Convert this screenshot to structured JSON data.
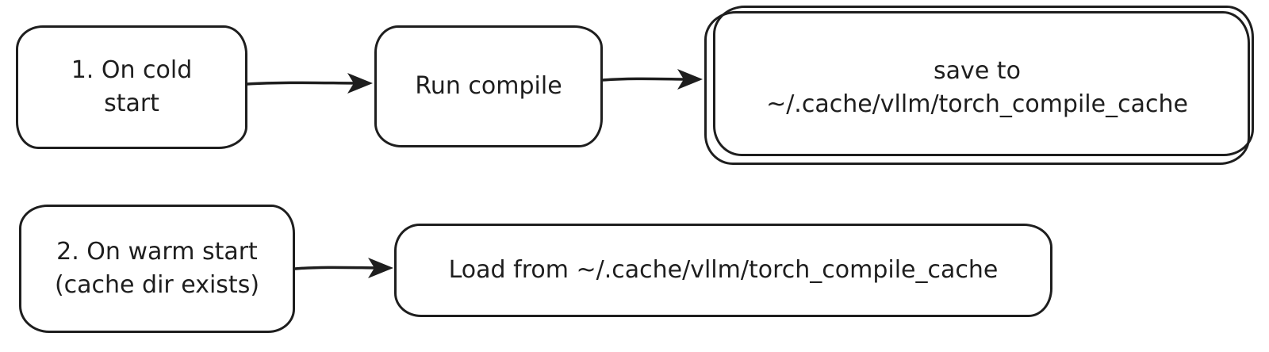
{
  "diagram": {
    "background_color": "#ffffff",
    "stroke_color": "#1e1e1e",
    "nodes": [
      {
        "id": "cold-start",
        "label": "1. On cold\nstart"
      },
      {
        "id": "run-compile",
        "label": "Run compile"
      },
      {
        "id": "save-cache",
        "label": "save to\n~/.cache/vllm/torch_compile_cache"
      },
      {
        "id": "warm-start",
        "label": "2. On warm start\n(cache dir exists)"
      },
      {
        "id": "load-cache",
        "label": "Load from ~/.cache/vllm/torch_compile_cache"
      }
    ],
    "edges": [
      {
        "from": "cold-start",
        "to": "run-compile"
      },
      {
        "from": "run-compile",
        "to": "save-cache"
      },
      {
        "from": "warm-start",
        "to": "load-cache"
      }
    ]
  }
}
